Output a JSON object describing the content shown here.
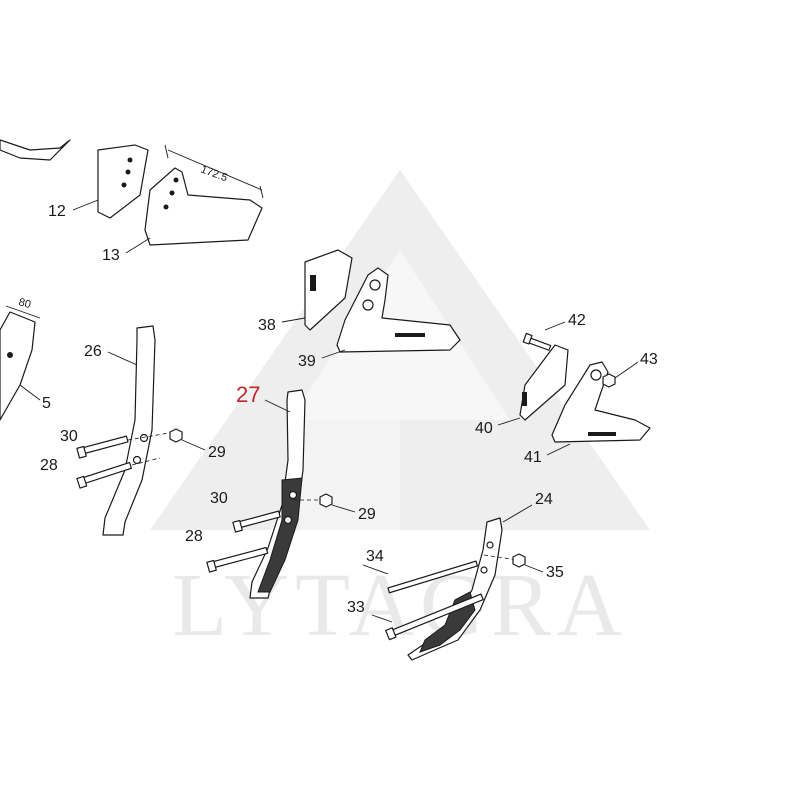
{
  "watermark": {
    "text": "LYTAGRA"
  },
  "highlight_color": "#c0282d",
  "line_color": "#1a1a1a",
  "dimensions": {
    "d1": "172.5",
    "d2": "80"
  },
  "callouts": {
    "c12": "12",
    "c13": "13",
    "c5": "5",
    "c26": "26",
    "c30a": "30",
    "c28a": "28",
    "c29a": "29",
    "c27": "27",
    "c30b": "30",
    "c28b": "28",
    "c29b": "29",
    "c38": "38",
    "c39": "39",
    "c42": "42",
    "c43": "43",
    "c40": "40",
    "c41": "41",
    "c24": "24",
    "c34": "34",
    "c35": "35",
    "c33": "33"
  }
}
